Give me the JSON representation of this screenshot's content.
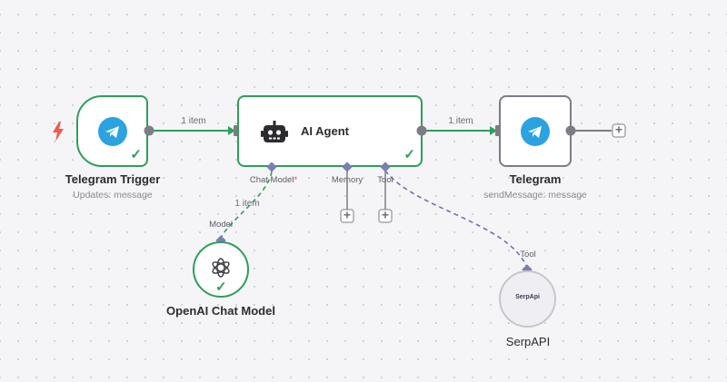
{
  "canvas": {
    "accent_success": "#2e9e5b",
    "connector_color": "#7c7c86",
    "subnode_handle_color": "#7a7fb0",
    "telegram_blue": "#2aa3e0",
    "trigger_icon_color": "#ef5b4c"
  },
  "nodes": {
    "telegram_trigger": {
      "title": "Telegram Trigger",
      "subtitle": "Updates: message",
      "icon": "telegram-icon",
      "status": "success"
    },
    "ai_agent": {
      "title": "AI Agent",
      "icon": "robot-icon",
      "status": "success"
    },
    "telegram": {
      "title": "Telegram",
      "subtitle": "sendMessage: message",
      "icon": "telegram-icon",
      "status": "none"
    },
    "openai_chat_model": {
      "title": "OpenAI Chat Model",
      "icon": "openai-icon",
      "status": "success",
      "input_label": "Model"
    },
    "serpapi": {
      "title": "SerpAPI",
      "logo_text": "SerpApi",
      "input_label": "Tool"
    }
  },
  "agent_inputs": {
    "chat_model": "Chat Model",
    "chat_model_required": "*",
    "memory": "Memory",
    "tool": "Tool"
  },
  "edges": {
    "trigger_to_agent": "1 item",
    "agent_to_telegram": "1 item",
    "model_to_agent": "1 item"
  }
}
